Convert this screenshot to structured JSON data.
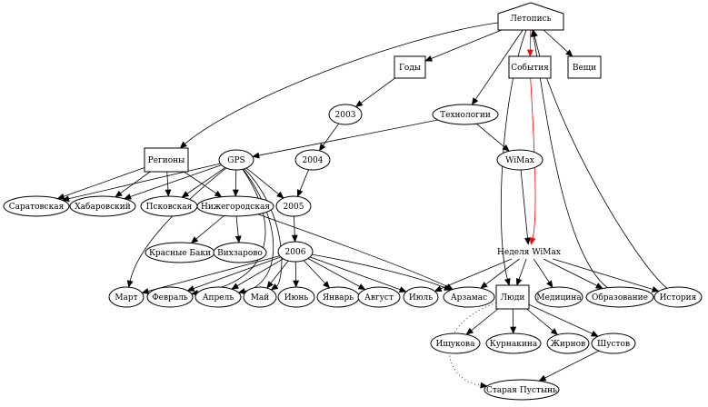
{
  "graph": {
    "nodes": [
      {
        "id": "letopis",
        "label": "Летопись",
        "shape": "house"
      },
      {
        "id": "gody",
        "label": "Годы",
        "shape": "box"
      },
      {
        "id": "sobytiya",
        "label": "События",
        "shape": "box"
      },
      {
        "id": "veshchi",
        "label": "Вещи",
        "shape": "box"
      },
      {
        "id": "y2003",
        "label": "2003",
        "shape": "ellipse"
      },
      {
        "id": "tehnologii",
        "label": "Технологии",
        "shape": "ellipse"
      },
      {
        "id": "regiony",
        "label": "Регионы",
        "shape": "box"
      },
      {
        "id": "gps",
        "label": "GPS",
        "shape": "ellipse"
      },
      {
        "id": "y2004",
        "label": "2004",
        "shape": "ellipse"
      },
      {
        "id": "wimax",
        "label": "WiMax",
        "shape": "ellipse"
      },
      {
        "id": "saratov",
        "label": "Саратовская",
        "shape": "ellipse"
      },
      {
        "id": "habarov",
        "label": "Хабаровский",
        "shape": "ellipse"
      },
      {
        "id": "pskov",
        "label": "Псковская",
        "shape": "ellipse"
      },
      {
        "id": "nizhegor",
        "label": "Нижегородская",
        "shape": "ellipse"
      },
      {
        "id": "y2005",
        "label": "2005",
        "shape": "ellipse"
      },
      {
        "id": "krbaki",
        "label": "Красные Баки",
        "shape": "ellipse"
      },
      {
        "id": "vyksarovo",
        "label": "Вихзарово",
        "shape": "ellipse"
      },
      {
        "id": "nedelya",
        "label": "Неделя WiMax",
        "shape": "plaintext"
      },
      {
        "id": "y2006",
        "label": "2006",
        "shape": "ellipse"
      },
      {
        "id": "mart",
        "label": "Март",
        "shape": "ellipse"
      },
      {
        "id": "fevral",
        "label": "Февраль",
        "shape": "ellipse"
      },
      {
        "id": "aprel",
        "label": "Апрель",
        "shape": "ellipse"
      },
      {
        "id": "may",
        "label": "Май",
        "shape": "ellipse"
      },
      {
        "id": "iyun",
        "label": "Июнь",
        "shape": "ellipse"
      },
      {
        "id": "yanvar",
        "label": "Январь",
        "shape": "ellipse"
      },
      {
        "id": "avgust",
        "label": "Август",
        "shape": "ellipse"
      },
      {
        "id": "iyul",
        "label": "Июль",
        "shape": "ellipse"
      },
      {
        "id": "arzamas",
        "label": "Арзамас",
        "shape": "ellipse"
      },
      {
        "id": "lyudi",
        "label": "Люди",
        "shape": "box"
      },
      {
        "id": "medicina",
        "label": "Медицина",
        "shape": "ellipse"
      },
      {
        "id": "obrazovanie",
        "label": "Образование",
        "shape": "ellipse"
      },
      {
        "id": "istoriya",
        "label": "История",
        "shape": "ellipse"
      },
      {
        "id": "ishchukova",
        "label": "Ищукова",
        "shape": "ellipse"
      },
      {
        "id": "kurnakina",
        "label": "Курнакина",
        "shape": "ellipse"
      },
      {
        "id": "zhirnov",
        "label": "Жирнов",
        "shape": "ellipse"
      },
      {
        "id": "shustov",
        "label": "Шустов",
        "shape": "ellipse"
      },
      {
        "id": "staraya",
        "label": "Старая Пустынь",
        "shape": "ellipse"
      }
    ],
    "edges": [
      {
        "from": "letopis",
        "to": "gody"
      },
      {
        "from": "letopis",
        "to": "sobytiya",
        "color": "#ff0000"
      },
      {
        "from": "letopis",
        "to": "veshchi"
      },
      {
        "from": "letopis",
        "to": "tehnologii"
      },
      {
        "from": "letopis",
        "to": "regiony"
      },
      {
        "from": "letopis",
        "to": "lyudi"
      },
      {
        "from": "obrazovanie",
        "to": "letopis"
      },
      {
        "from": "istoriya",
        "to": "letopis"
      },
      {
        "from": "gody",
        "to": "y2003"
      },
      {
        "from": "y2003",
        "to": "y2004"
      },
      {
        "from": "y2004",
        "to": "y2005"
      },
      {
        "from": "y2005",
        "to": "y2006"
      },
      {
        "from": "tehnologii",
        "to": "gps"
      },
      {
        "from": "tehnologii",
        "to": "wimax"
      },
      {
        "from": "wimax",
        "to": "nedelya"
      },
      {
        "from": "sobytiya",
        "to": "nedelya",
        "color": "#ff0000"
      },
      {
        "from": "regiony",
        "to": "saratov"
      },
      {
        "from": "regiony",
        "to": "habarov"
      },
      {
        "from": "regiony",
        "to": "pskov"
      },
      {
        "from": "regiony",
        "to": "nizhegor"
      },
      {
        "from": "gps",
        "to": "saratov"
      },
      {
        "from": "gps",
        "to": "habarov"
      },
      {
        "from": "gps",
        "to": "pskov"
      },
      {
        "from": "gps",
        "to": "nizhegor"
      },
      {
        "from": "gps",
        "to": "y2005"
      },
      {
        "from": "gps",
        "to": "mart"
      },
      {
        "from": "gps",
        "to": "fevral"
      },
      {
        "from": "gps",
        "to": "aprel"
      },
      {
        "from": "gps",
        "to": "may"
      },
      {
        "from": "nizhegor",
        "to": "krbaki"
      },
      {
        "from": "nizhegor",
        "to": "vyksarovo"
      },
      {
        "from": "nizhegor",
        "to": "arzamas"
      },
      {
        "from": "y2006",
        "to": "mart"
      },
      {
        "from": "y2006",
        "to": "fevral"
      },
      {
        "from": "y2006",
        "to": "aprel"
      },
      {
        "from": "y2006",
        "to": "may"
      },
      {
        "from": "y2006",
        "to": "iyun"
      },
      {
        "from": "y2006",
        "to": "yanvar"
      },
      {
        "from": "y2006",
        "to": "avgust"
      },
      {
        "from": "y2006",
        "to": "iyul"
      },
      {
        "from": "y2006",
        "to": "arzamas"
      },
      {
        "from": "nedelya",
        "to": "iyul"
      },
      {
        "from": "nedelya",
        "to": "arzamas"
      },
      {
        "from": "nedelya",
        "to": "lyudi"
      },
      {
        "from": "nedelya",
        "to": "medicina"
      },
      {
        "from": "nedelya",
        "to": "obrazovanie"
      },
      {
        "from": "nedelya",
        "to": "istoriya"
      },
      {
        "from": "lyudi",
        "to": "ishchukova"
      },
      {
        "from": "lyudi",
        "to": "kurnakina"
      },
      {
        "from": "lyudi",
        "to": "zhirnov"
      },
      {
        "from": "lyudi",
        "to": "shustov"
      },
      {
        "from": "shustov",
        "to": "staraya"
      },
      {
        "from": "lyudi",
        "to": "staraya",
        "style": "dotted"
      }
    ]
  }
}
